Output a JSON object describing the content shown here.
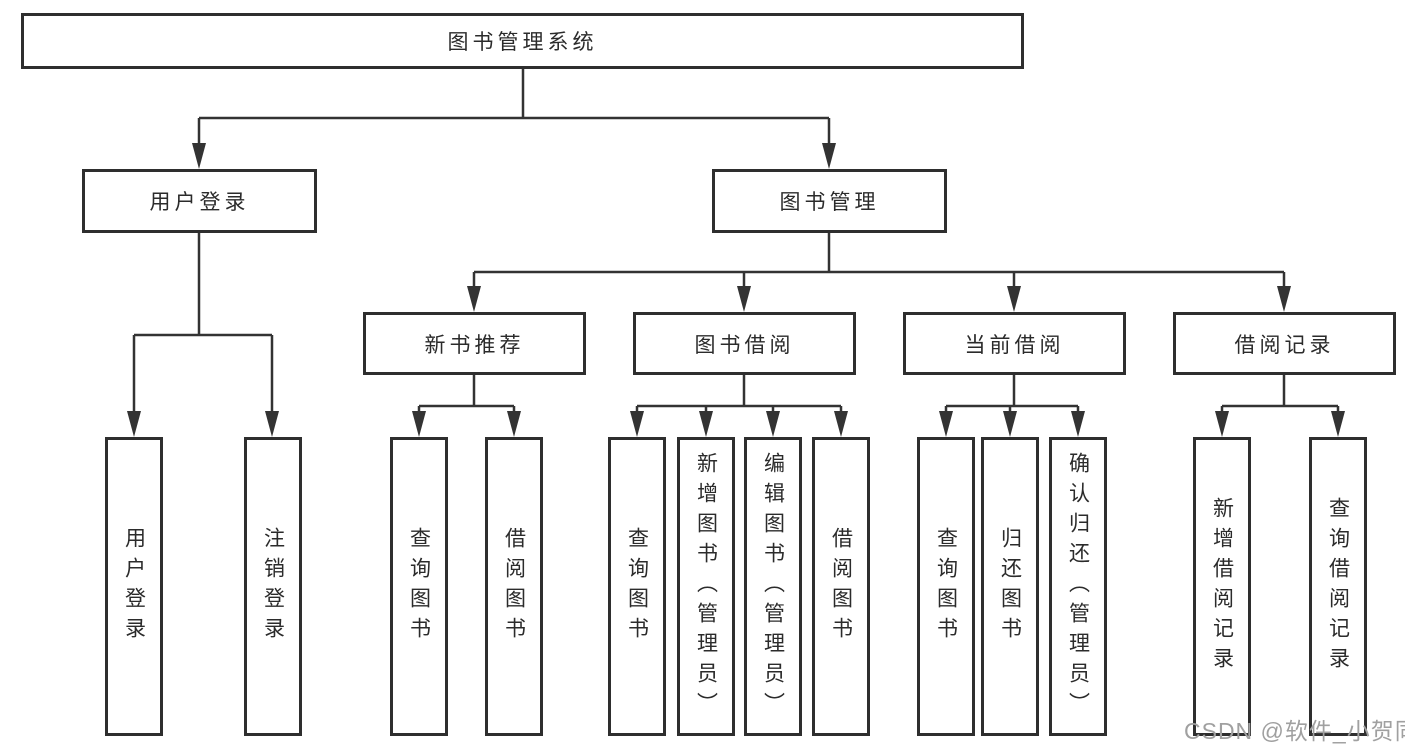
{
  "diagram": {
    "root": {
      "label": "图书管理系统"
    },
    "branches": {
      "user_login": {
        "label": "用户登录",
        "children": {
          "login": {
            "label": "用户登录"
          },
          "logout": {
            "label": "注销登录"
          }
        }
      },
      "book_management": {
        "label": "图书管理",
        "sections": {
          "new_book_recommendation": {
            "label": "新书推荐",
            "children": {
              "query_books": {
                "label": "查询图书"
              },
              "borrow_books": {
                "label": "借阅图书"
              }
            }
          },
          "book_borrowing": {
            "label": "图书借阅",
            "children": {
              "query_books": {
                "label": "查询图书"
              },
              "add_books_admin": {
                "label": "新增图书（管理员）"
              },
              "edit_books_admin": {
                "label": "编辑图书（管理员）"
              },
              "borrow_books": {
                "label": "借阅图书"
              }
            }
          },
          "current_borrowing": {
            "label": "当前借阅",
            "children": {
              "query_books": {
                "label": "查询图书"
              },
              "return_books": {
                "label": "归还图书"
              },
              "confirm_return_admin": {
                "label": "确认归还（管理员）"
              }
            }
          },
          "borrowing_records": {
            "label": "借阅记录",
            "children": {
              "add_borrow_record": {
                "label": "新增借阅记录"
              },
              "query_borrow_record": {
                "label": "查询借阅记录"
              }
            }
          }
        }
      }
    }
  },
  "watermark": {
    "text": "CSDN @软件_小贺同学"
  },
  "colors": {
    "line": "#333333",
    "box_border": "#2e2e2e",
    "text": "#2b2b2b",
    "watermark": "#a0a0a0",
    "background": "#ffffff"
  }
}
